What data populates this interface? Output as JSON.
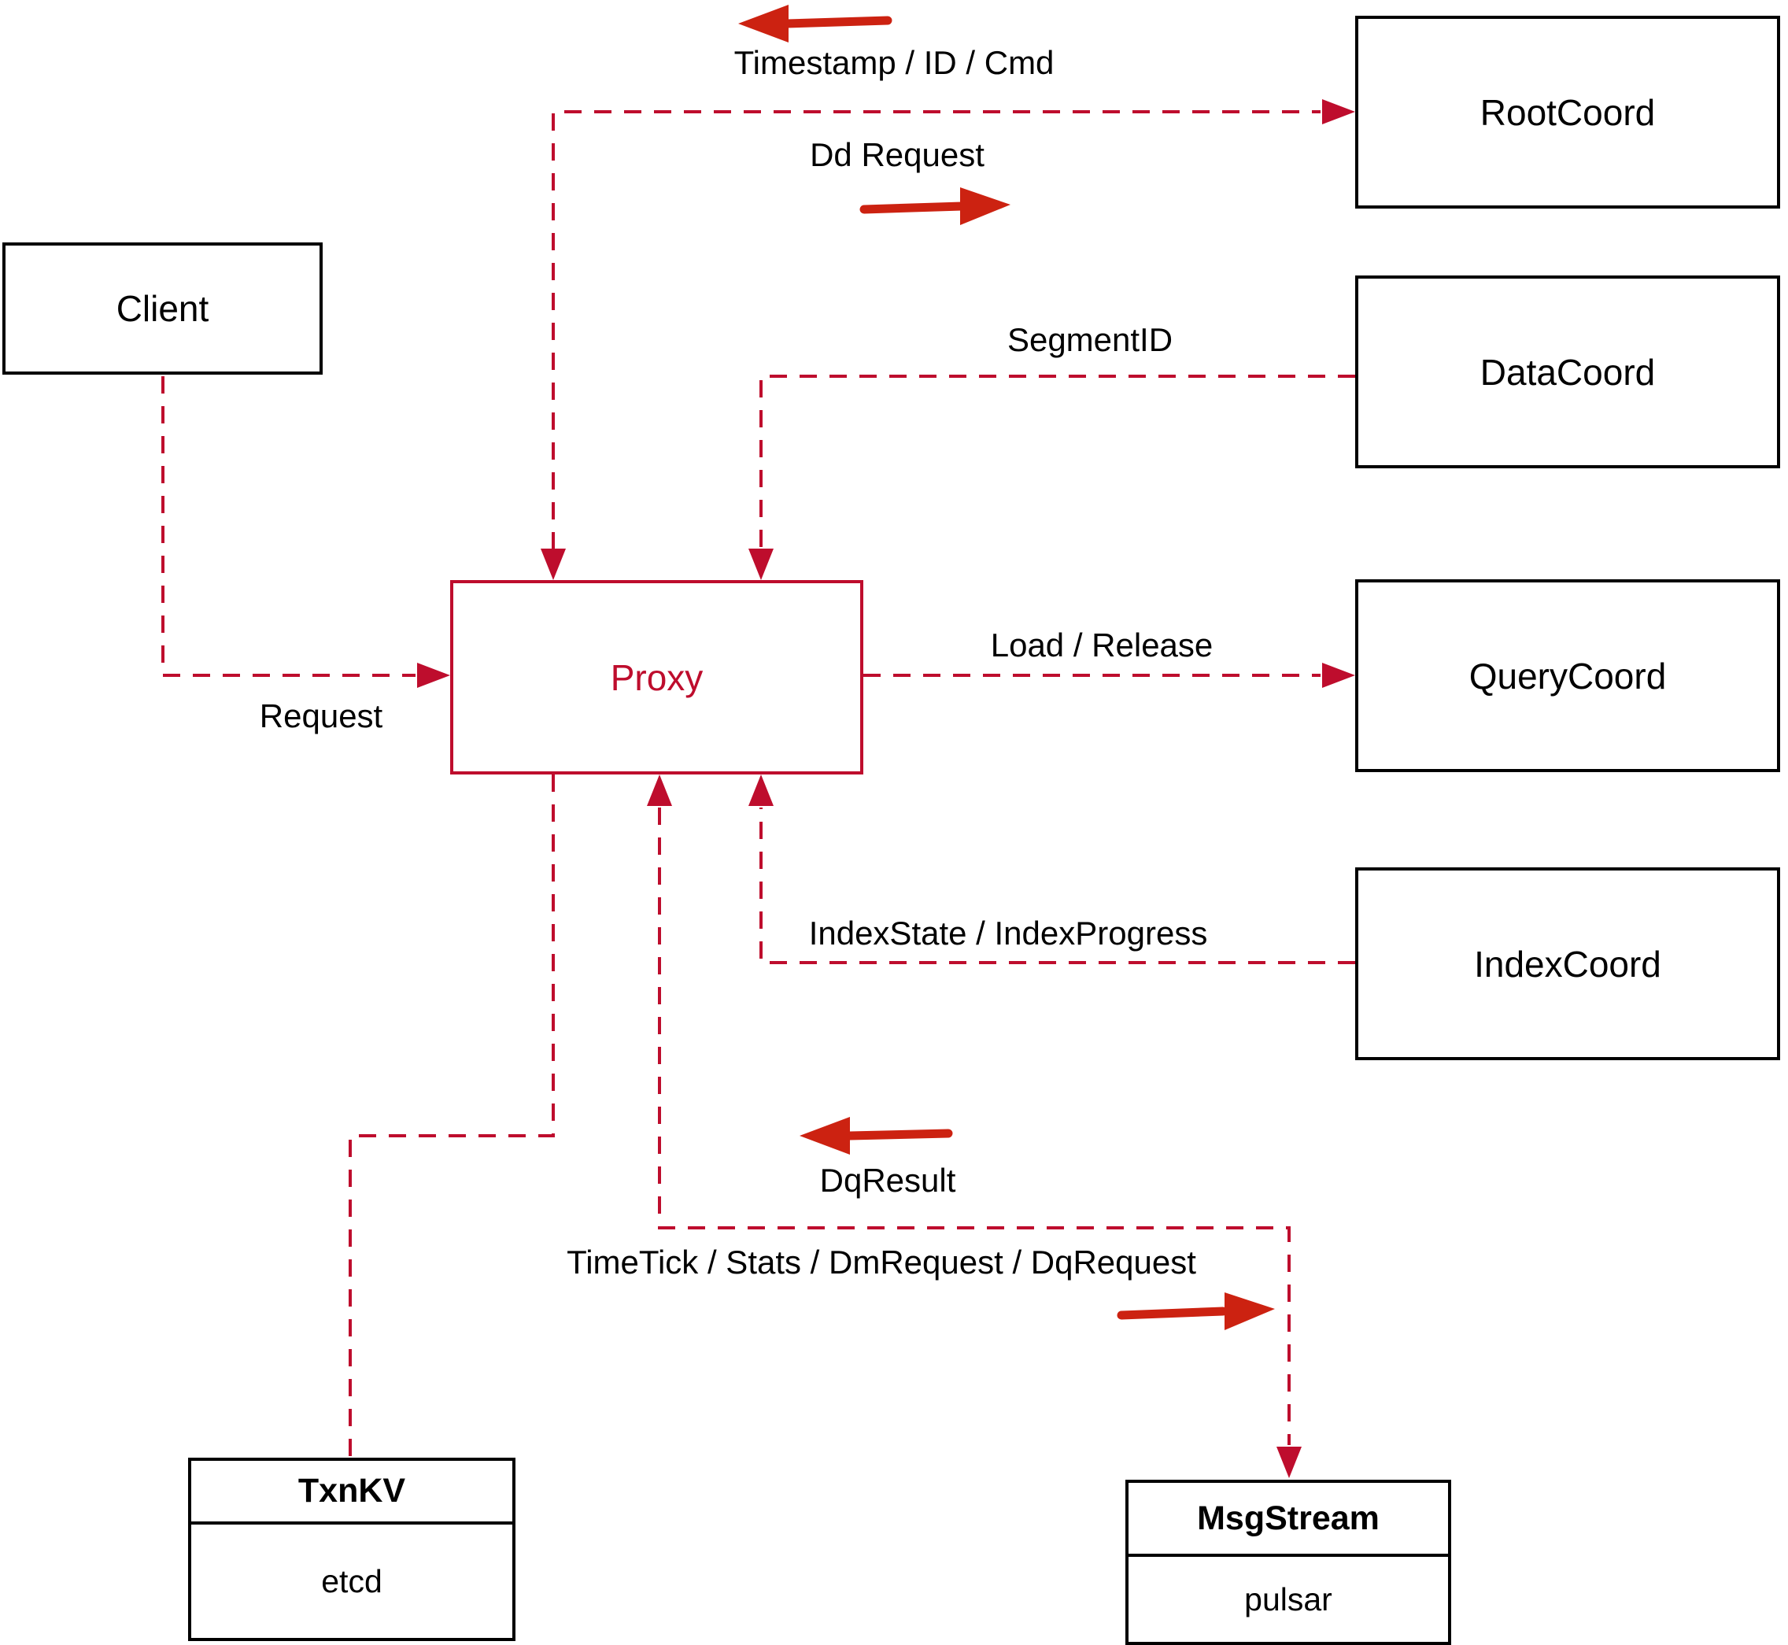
{
  "colors": {
    "connector_red": "#be0d2d",
    "direction_arrow_red": "#cc2211",
    "box_border_black": "#000000"
  },
  "nodes": {
    "client": {
      "label": "Client"
    },
    "root_coord": {
      "label": "RootCoord"
    },
    "data_coord": {
      "label": "DataCoord"
    },
    "query_coord": {
      "label": "QueryCoord"
    },
    "index_coord": {
      "label": "IndexCoord"
    },
    "proxy": {
      "label": "Proxy"
    },
    "txn_kv": {
      "title": "TxnKV",
      "impl": "etcd"
    },
    "msg_stream": {
      "title": "MsgStream",
      "impl": "pulsar"
    }
  },
  "edges": {
    "proxy_rootcoord": {
      "response_label": "Timestamp / ID / Cmd",
      "request_label": "Dd Request"
    },
    "datacoord_proxy": {
      "label": "SegmentID"
    },
    "proxy_querycoord": {
      "label": "Load / Release"
    },
    "indexcoord_proxy": {
      "label": "IndexState / IndexProgress"
    },
    "client_proxy": {
      "label": "Request"
    },
    "proxy_msgstream": {
      "response_label": "DqResult",
      "request_label": "TimeTick / Stats / DmRequest / DqRequest"
    }
  }
}
